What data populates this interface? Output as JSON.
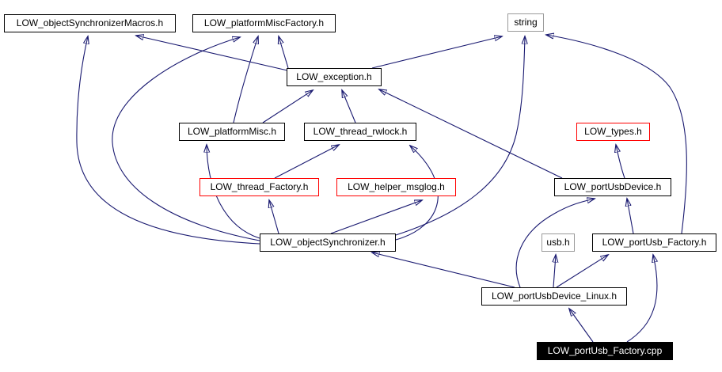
{
  "graph": {
    "kind": "include-dependency-graph",
    "focus_file": "LOW_portUsb_Factory.cpp",
    "colors": {
      "edge": "#191970",
      "node_border": "#000000",
      "truncated_node_border": "#ff0000",
      "external_node_border": "#9a9a9a",
      "focus_node_background": "#000000",
      "focus_node_text": "#ffffff",
      "background": "#ffffff"
    }
  },
  "nodes": [
    {
      "label": "LOW_objectSynchronizerMacros.h",
      "kind": "header"
    },
    {
      "label": "LOW_platformMiscFactory.h",
      "kind": "header"
    },
    {
      "label": "string",
      "kind": "external"
    },
    {
      "label": "LOW_exception.h",
      "kind": "header"
    },
    {
      "label": "LOW_platformMisc.h",
      "kind": "header"
    },
    {
      "label": "LOW_thread_rwlock.h",
      "kind": "header"
    },
    {
      "label": "LOW_types.h",
      "kind": "truncated"
    },
    {
      "label": "LOW_thread_Factory.h",
      "kind": "truncated"
    },
    {
      "label": "LOW_helper_msglog.h",
      "kind": "truncated"
    },
    {
      "label": "LOW_portUsbDevice.h",
      "kind": "header"
    },
    {
      "label": "LOW_objectSynchronizer.h",
      "kind": "header"
    },
    {
      "label": "usb.h",
      "kind": "external"
    },
    {
      "label": "LOW_portUsb_Factory.h",
      "kind": "header"
    },
    {
      "label": "LOW_portUsbDevice_Linux.h",
      "kind": "header"
    },
    {
      "label": "LOW_portUsb_Factory.cpp",
      "kind": "focus"
    }
  ],
  "edges": [
    {
      "from": "LOW_exception.h",
      "to": "LOW_platformMiscFactory.h"
    },
    {
      "from": "LOW_exception.h",
      "to": "LOW_objectSynchronizerMacros.h"
    },
    {
      "from": "LOW_exception.h",
      "to": "string"
    },
    {
      "from": "LOW_platformMisc.h",
      "to": "LOW_exception.h"
    },
    {
      "from": "LOW_platformMisc.h",
      "to": "LOW_platformMiscFactory.h"
    },
    {
      "from": "LOW_thread_rwlock.h",
      "to": "LOW_exception.h"
    },
    {
      "from": "LOW_thread_Factory.h",
      "to": "LOW_thread_rwlock.h"
    },
    {
      "from": "LOW_objectSynchronizer.h",
      "to": "LOW_thread_Factory.h"
    },
    {
      "from": "LOW_objectSynchronizer.h",
      "to": "LOW_helper_msglog.h"
    },
    {
      "from": "LOW_objectSynchronizer.h",
      "to": "LOW_platformMisc.h"
    },
    {
      "from": "LOW_objectSynchronizer.h",
      "to": "LOW_platformMiscFactory.h"
    },
    {
      "from": "LOW_objectSynchronizer.h",
      "to": "LOW_objectSynchronizerMacros.h"
    },
    {
      "from": "LOW_objectSynchronizer.h",
      "to": "LOW_thread_rwlock.h"
    },
    {
      "from": "LOW_objectSynchronizer.h",
      "to": "string"
    },
    {
      "from": "LOW_portUsbDevice.h",
      "to": "LOW_exception.h"
    },
    {
      "from": "LOW_portUsbDevice.h",
      "to": "LOW_types.h"
    },
    {
      "from": "LOW_portUsb_Factory.h",
      "to": "LOW_portUsbDevice.h"
    },
    {
      "from": "LOW_portUsb_Factory.h",
      "to": "string"
    },
    {
      "from": "LOW_portUsbDevice_Linux.h",
      "to": "LOW_portUsbDevice.h"
    },
    {
      "from": "LOW_portUsbDevice_Linux.h",
      "to": "usb.h"
    },
    {
      "from": "LOW_portUsbDevice_Linux.h",
      "to": "LOW_objectSynchronizer.h"
    },
    {
      "from": "LOW_portUsbDevice_Linux.h",
      "to": "LOW_portUsb_Factory.h"
    },
    {
      "from": "LOW_portUsb_Factory.cpp",
      "to": "LOW_portUsbDevice_Linux.h"
    },
    {
      "from": "LOW_portUsb_Factory.cpp",
      "to": "LOW_portUsb_Factory.h"
    }
  ]
}
